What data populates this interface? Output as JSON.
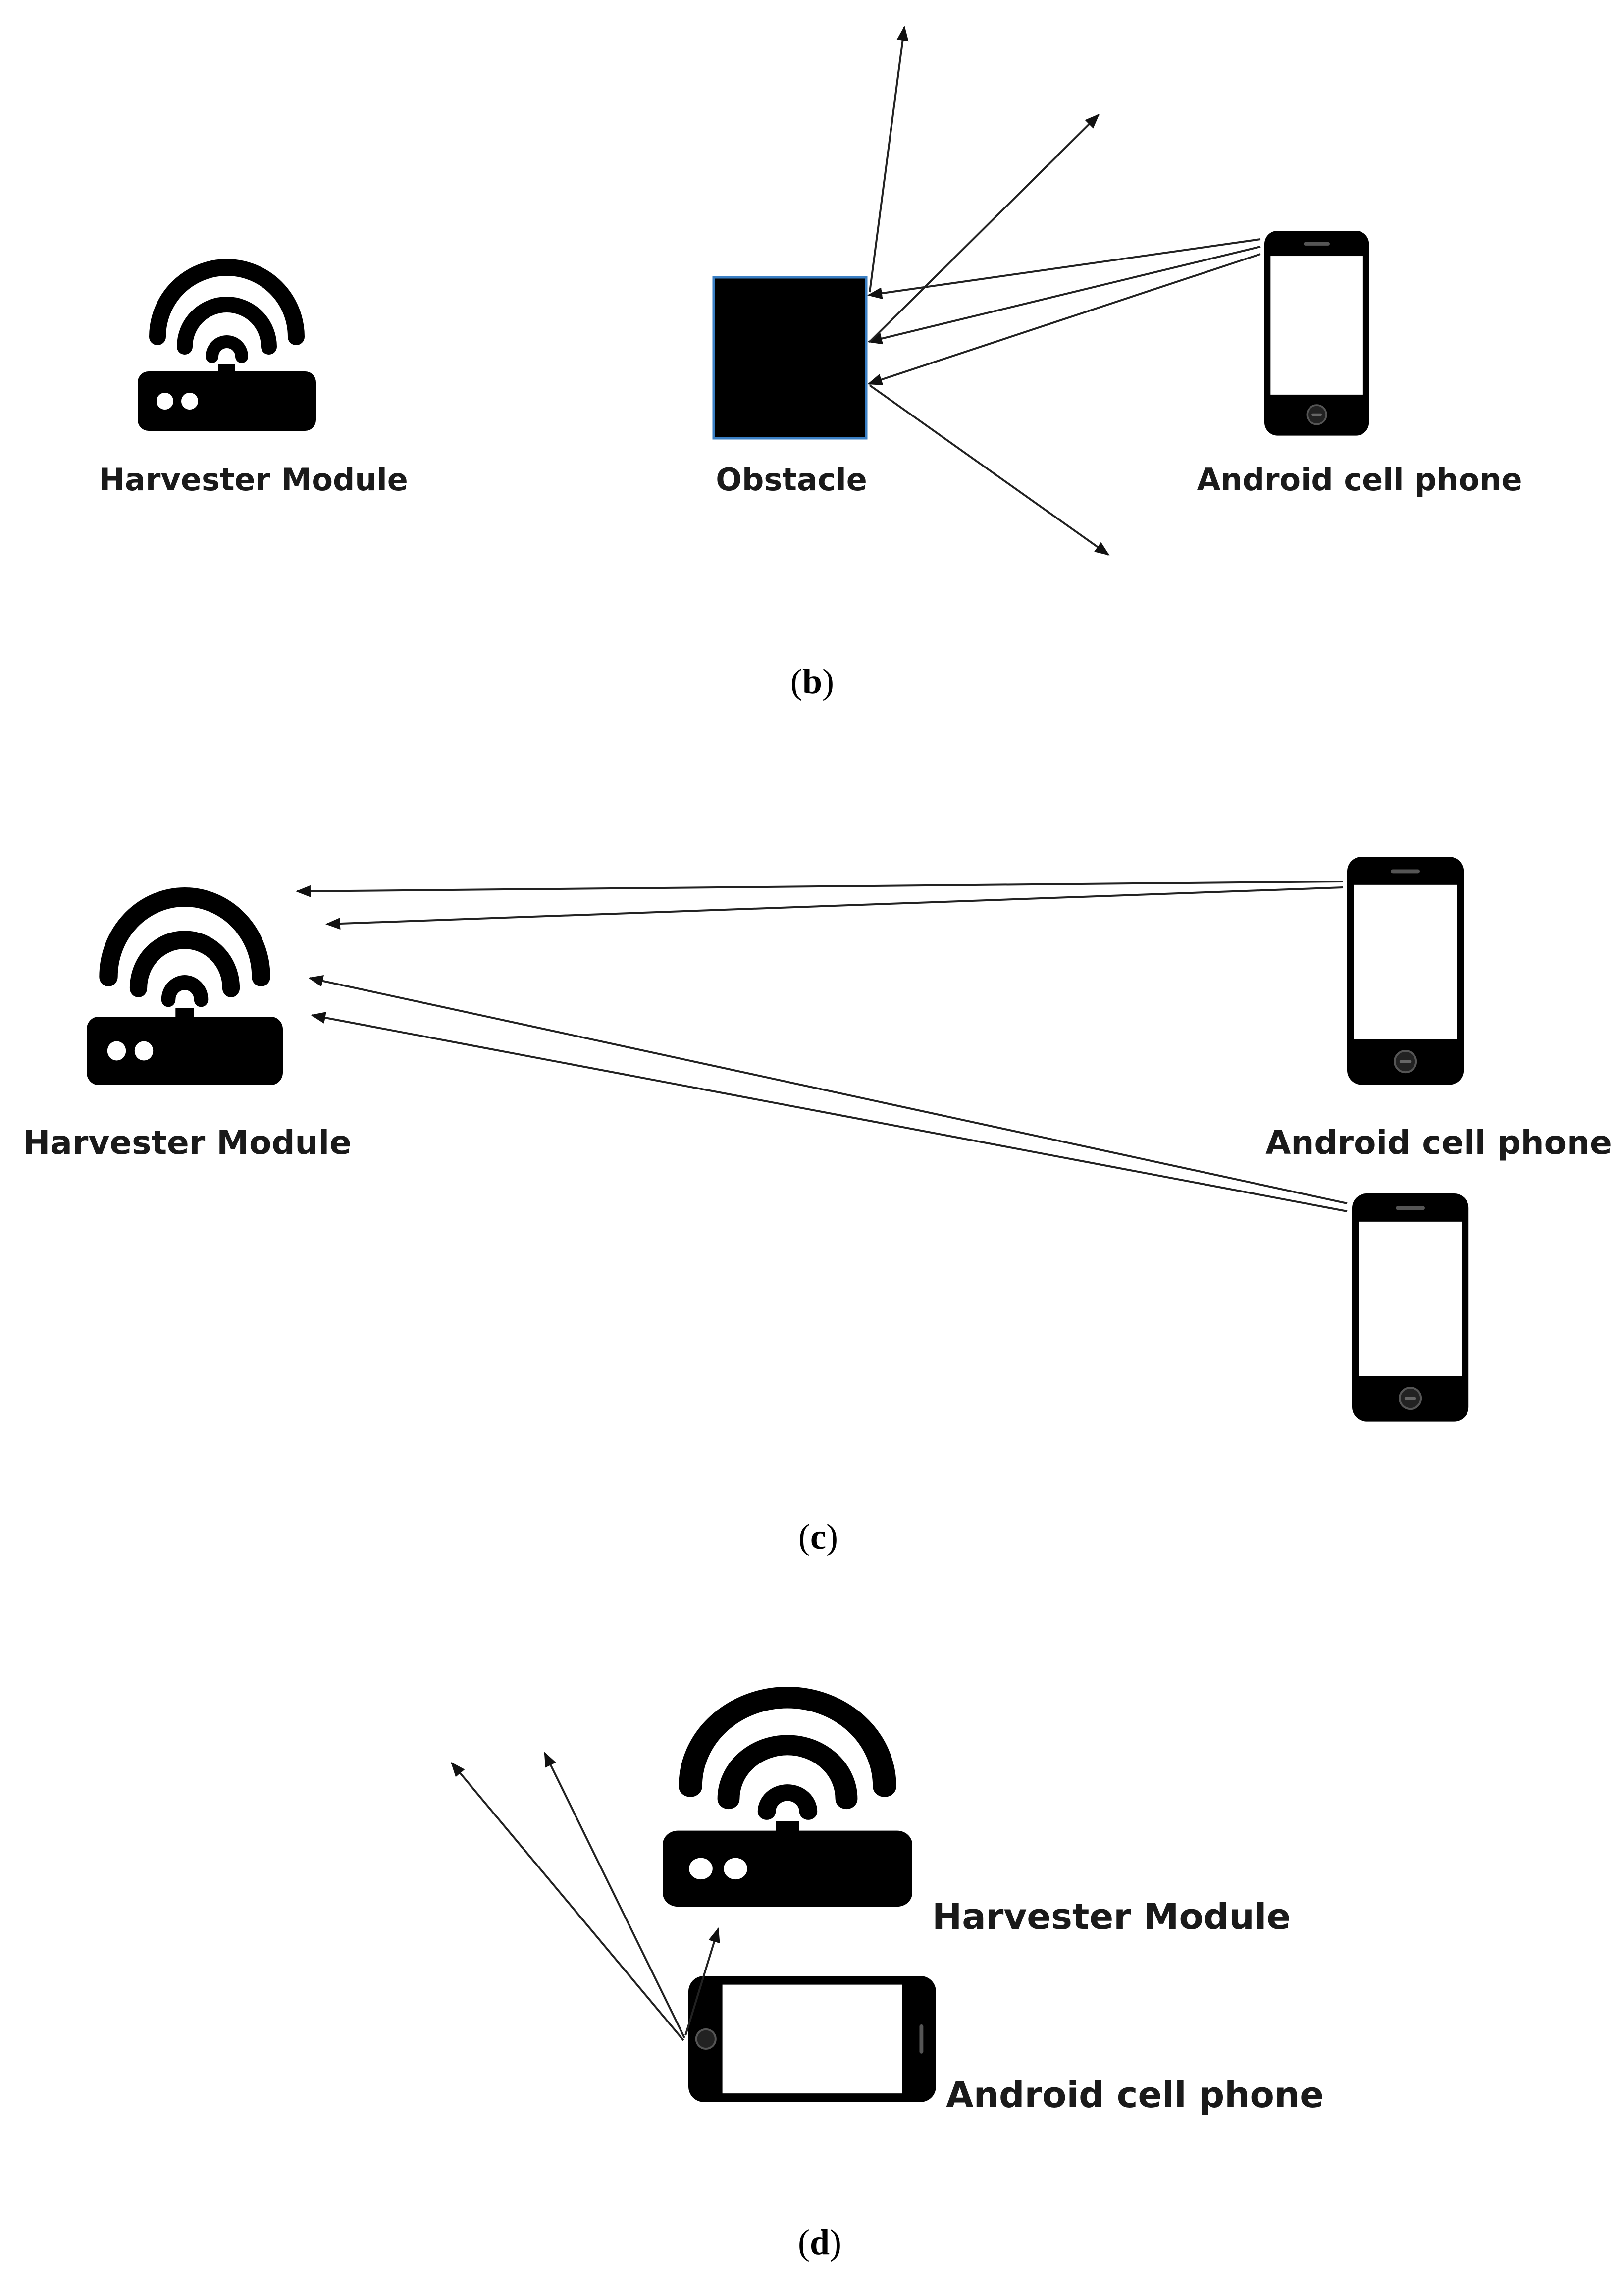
{
  "panels": [
    {
      "id": "b",
      "caption_open": "(",
      "caption_letter": "b",
      "caption_close": ")",
      "harvester_label": "Harvester Module",
      "obstacle_label": "Obstacle",
      "phone_label": "Android cell phone"
    },
    {
      "id": "c",
      "caption_open": "(",
      "caption_letter": "c",
      "caption_close": ")",
      "harvester_label": "Harvester Module",
      "phone_label": "Android cell phone"
    },
    {
      "id": "d",
      "caption_open": "(",
      "caption_letter": "d",
      "caption_close": ")",
      "harvester_label": "Harvester Module",
      "phone_label": "Android cell phone"
    }
  ],
  "colors": {
    "icon": "#000000",
    "obstacle_border": "#3a7fc4",
    "ray": "#222222"
  },
  "icons": [
    "wifi-router-icon",
    "smartphone-icon"
  ]
}
